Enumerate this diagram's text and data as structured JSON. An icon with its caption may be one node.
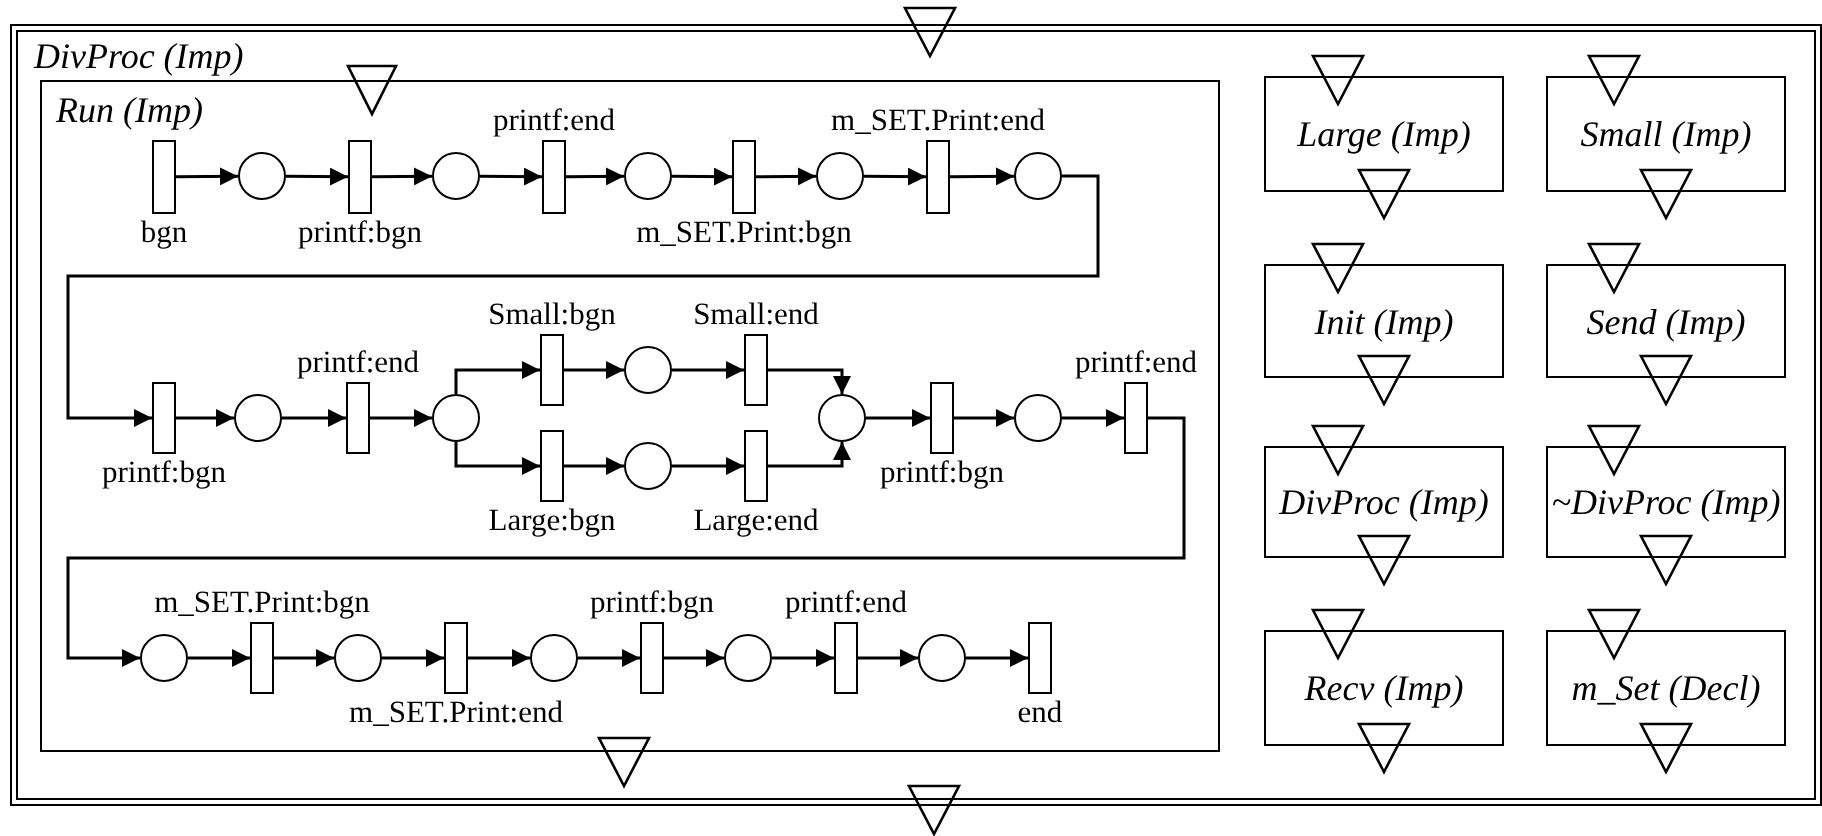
{
  "diagram": {
    "nodes": [
      {
        "text": [
          "DivProc (Imp)"
        ]
      },
      {
        "text": [
          "Run (Imp)"
        ],
        "in": 0
      },
      {
        "text": [],
        "shape": "bar",
        "beside": [
          "bgn"
        ],
        "in": 1
      },
      {
        "text": [],
        "shape": "circle",
        "in": 1
      },
      {
        "text": [],
        "shape": "bar",
        "beside": [
          "printf:bgn"
        ],
        "in": 1
      },
      {
        "text": [],
        "shape": "circle",
        "in": 1
      },
      {
        "text": [],
        "shape": "bar",
        "beside": [
          "printf:end"
        ],
        "in": 1
      },
      {
        "text": [],
        "shape": "circle",
        "in": 1
      },
      {
        "text": [],
        "shape": "bar",
        "beside": [
          "m_SET.Print:bgn"
        ],
        "in": 1
      },
      {
        "text": [],
        "shape": "circle",
        "in": 1
      },
      {
        "text": [],
        "shape": "bar",
        "beside": [
          "m_SET.Print:end"
        ],
        "in": 1
      },
      {
        "text": [],
        "shape": "circle",
        "in": 1
      },
      {
        "text": [],
        "shape": "bar",
        "beside": [
          "printf:bgn"
        ],
        "in": 1
      },
      {
        "text": [],
        "shape": "circle",
        "in": 1
      },
      {
        "text": [],
        "shape": "bar",
        "beside": [
          "printf:end"
        ],
        "in": 1
      },
      {
        "text": [],
        "shape": "circle",
        "in": 1
      },
      {
        "text": [],
        "shape": "bar",
        "beside": [
          "Small:bgn"
        ],
        "in": 1
      },
      {
        "text": [],
        "shape": "circle",
        "in": 1
      },
      {
        "text": [],
        "shape": "bar",
        "beside": [
          "Small:end"
        ],
        "in": 1
      },
      {
        "text": [],
        "shape": "bar",
        "beside": [
          "Large:bgn"
        ],
        "in": 1
      },
      {
        "text": [],
        "shape": "circle",
        "in": 1
      },
      {
        "text": [],
        "shape": "bar",
        "beside": [
          "Large:end"
        ],
        "in": 1
      },
      {
        "text": [],
        "shape": "circle",
        "in": 1
      },
      {
        "text": [],
        "shape": "bar",
        "beside": [
          "printf:bgn"
        ],
        "in": 1
      },
      {
        "text": [],
        "shape": "circle",
        "in": 1
      },
      {
        "text": [],
        "shape": "bar",
        "beside": [
          "printf:end"
        ],
        "in": 1
      },
      {
        "text": [],
        "shape": "circle",
        "in": 1
      },
      {
        "text": [],
        "shape": "bar",
        "beside": [
          "m_SET.Print:bgn"
        ],
        "in": 1
      },
      {
        "text": [],
        "shape": "circle",
        "in": 1
      },
      {
        "text": [],
        "shape": "bar",
        "beside": [
          "m_SET.Print:end"
        ],
        "in": 1
      },
      {
        "text": [],
        "shape": "circle",
        "in": 1
      },
      {
        "text": [],
        "shape": "bar",
        "beside": [
          "printf:bgn"
        ],
        "in": 1
      },
      {
        "text": [],
        "shape": "circle",
        "in": 1
      },
      {
        "text": [],
        "shape": "bar",
        "beside": [
          "printf:end"
        ],
        "in": 1
      },
      {
        "text": [],
        "shape": "circle",
        "in": 1
      },
      {
        "text": [],
        "shape": "bar",
        "beside": [
          "end"
        ],
        "in": 1
      },
      {
        "text": [
          "Large (Imp)"
        ],
        "in": 0
      },
      {
        "text": [
          "Small (Imp)"
        ],
        "in": 0
      },
      {
        "text": [
          "Init (Imp)"
        ],
        "in": 0
      },
      {
        "text": [
          "Send (Imp)"
        ],
        "in": 0
      },
      {
        "text": [
          "DivProc (Imp)"
        ],
        "in": 0
      },
      {
        "text": [
          "~DivProc (Imp)"
        ],
        "in": 0
      },
      {
        "text": [
          "Recv (Imp)"
        ],
        "in": 0
      },
      {
        "text": [
          "m_Set (Decl)"
        ],
        "in": 0
      }
    ],
    "edges": [
      {
        "from": 2,
        "to": 3,
        "arrow": "to"
      },
      {
        "from": 3,
        "to": 4,
        "arrow": "to"
      },
      {
        "from": 4,
        "to": 5,
        "arrow": "to"
      },
      {
        "from": 5,
        "to": 6,
        "arrow": "to"
      },
      {
        "from": 6,
        "to": 7,
        "arrow": "to"
      },
      {
        "from": 7,
        "to": 8,
        "arrow": "to"
      },
      {
        "from": 8,
        "to": 9,
        "arrow": "to"
      },
      {
        "from": 9,
        "to": 10,
        "arrow": "to"
      },
      {
        "from": 10,
        "to": 11,
        "arrow": "to"
      },
      {
        "from": 11,
        "to": 12,
        "arrow": "to"
      },
      {
        "from": 12,
        "to": 13,
        "arrow": "to"
      },
      {
        "from": 13,
        "to": 14,
        "arrow": "to"
      },
      {
        "from": 14,
        "to": 15,
        "arrow": "to"
      },
      {
        "from": 15,
        "to": 16,
        "arrow": "to"
      },
      {
        "from": 16,
        "to": 17,
        "arrow": "to"
      },
      {
        "from": 17,
        "to": 18,
        "arrow": "to"
      },
      {
        "from": 18,
        "to": 22,
        "arrow": "to"
      },
      {
        "from": 15,
        "to": 19,
        "arrow": "to"
      },
      {
        "from": 19,
        "to": 20,
        "arrow": "to"
      },
      {
        "from": 20,
        "to": 21,
        "arrow": "to"
      },
      {
        "from": 21,
        "to": 22,
        "arrow": "to"
      },
      {
        "from": 22,
        "to": 23,
        "arrow": "to"
      },
      {
        "from": 23,
        "to": 24,
        "arrow": "to"
      },
      {
        "from": 24,
        "to": 25,
        "arrow": "to"
      },
      {
        "from": 25,
        "to": 26,
        "arrow": "to"
      },
      {
        "from": 26,
        "to": 27,
        "arrow": "to"
      },
      {
        "from": 27,
        "to": 28,
        "arrow": "to"
      },
      {
        "from": 28,
        "to": 29,
        "arrow": "to"
      },
      {
        "from": 29,
        "to": 30,
        "arrow": "to"
      },
      {
        "from": 30,
        "to": 31,
        "arrow": "to"
      },
      {
        "from": 31,
        "to": 32,
        "arrow": "to"
      },
      {
        "from": 32,
        "to": 33,
        "arrow": "to"
      },
      {
        "from": 33,
        "to": 34,
        "arrow": "to"
      },
      {
        "from": 34,
        "to": 35,
        "arrow": "to"
      }
    ]
  }
}
